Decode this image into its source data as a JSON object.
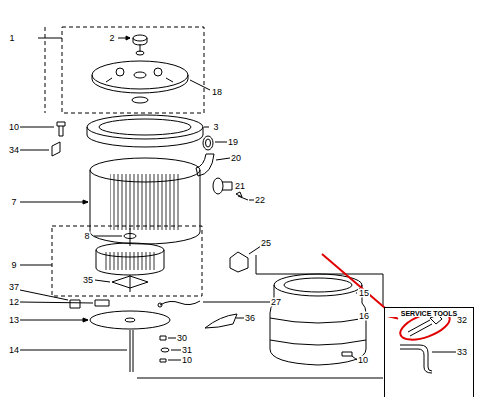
{
  "diagram": {
    "nodes": [
      {
        "text": [
          "SERVICE TOOLS"
        ]
      }
    ],
    "labels": [
      "1",
      "2",
      "18",
      "10",
      "3",
      "19",
      "20",
      "34",
      "21",
      "22",
      "7",
      "9",
      "8",
      "35",
      "25",
      "37",
      "12",
      "27",
      "15",
      "13",
      "36",
      "16",
      "32",
      "30",
      "31",
      "10",
      "33",
      "14",
      "10"
    ]
  }
}
